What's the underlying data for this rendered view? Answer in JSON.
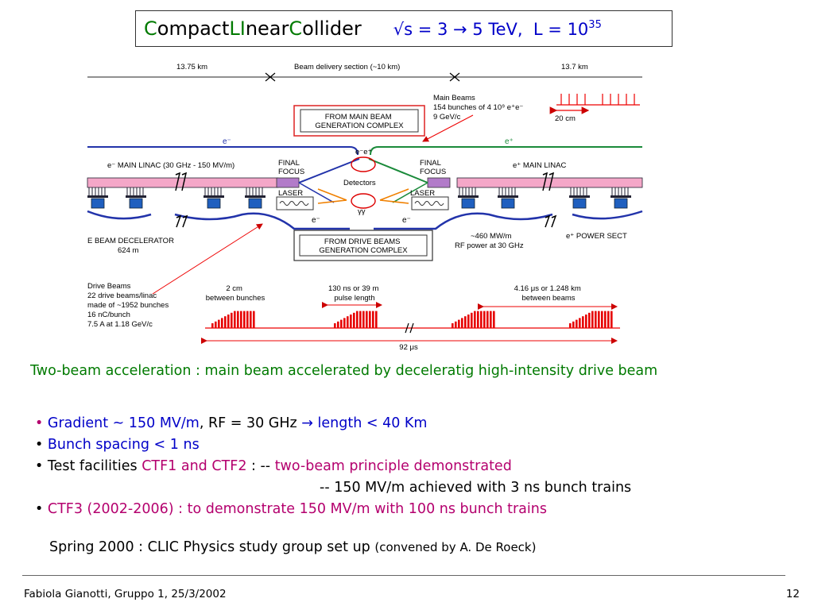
{
  "title": {
    "c1": "C",
    "w1": "ompact ",
    "c2": "LI",
    "w2": "near ",
    "c3": "C",
    "w3": "ollider",
    "energy": "√s = 3 → 5 TeV,",
    "lumi": "L = 10",
    "lumi_exp": "35"
  },
  "diagram": {
    "len_left": "13.75 km",
    "bds": "Beam delivery section (~10 km)",
    "len_right": "13.7 km",
    "main_beams": [
      "Main Beams",
      "154 bunches of 4 10⁹ e⁺e⁻",
      "9 GeV/c"
    ],
    "spacing_20cm": "20 cm",
    "from_main": [
      "FROM MAIN BEAM",
      "GENERATION COMPLEX"
    ],
    "from_drive": [
      "FROM DRIVE BEAMS",
      "GENERATION COMPLEX"
    ],
    "e_minus": "e⁻",
    "e_plus": "e⁺",
    "e_minus_e_plus": "e⁻e⁺",
    "linac_left": "e⁻ MAIN LINAC (30 GHz - 150 MV/m)",
    "linac_right": "e⁺ MAIN LINAC",
    "final_focus": [
      "FINAL",
      "FOCUS"
    ],
    "detectors": "Detectors",
    "laser": "LASER",
    "gamma_gamma": "γγ",
    "beam_decel": [
      "E BEAM DECELERATOR",
      "624 m"
    ],
    "power_sect": "e⁺ POWER SECT",
    "rf_power": [
      "~460 MW/m",
      "RF power at 30 GHz"
    ],
    "drive_beams": [
      "Drive Beams",
      "22 drive beams/linac",
      "made of ~1952 bunches",
      "16 nC/bunch",
      "7.5 A at 1.18 GeV/c"
    ],
    "between_bunches": [
      "2 cm",
      "between bunches"
    ],
    "pulse": [
      "130 ns or 39 m",
      "pulse length"
    ],
    "between_beams": [
      "4.16 μs or 1.248 km",
      "between beams"
    ],
    "total": "92 μs"
  },
  "subtitle": "Two-beam acceleration : main beam accelerated by deceleratig high-intensity drive beam",
  "bullets": {
    "b1_dot": "•",
    "b1_a": " Gradient ~ 150 MV/m",
    "b1_b": ",  RF = 30 GHz    ",
    "b1_arrow": "→",
    "b1_c": " length < 40 Km",
    "b2_dot": "• ",
    "b2": "Bunch spacing  < 1 ns",
    "b3_a": "• Test facilities ",
    "b3_b": "CTF1 and CTF2",
    "b3_c": " : -- ",
    "b3_d": "two-beam principle demonstrated",
    "b3_line2": "-- 150 MV/m achieved with 3 ns bunch trains",
    "b4_dot": "• ",
    "b4": "CTF3 (2002-2006) : to demonstrate 150 MV/m with 100 ns bunch trains"
  },
  "spring": "Spring 2000 : CLIC Physics study group set up ",
  "spring_small": "(convened by A. De Roeck)",
  "footer": {
    "left": "Fabiola Gianotti,  Gruppo 1, 25/3/2002",
    "page": "12"
  },
  "colors": {
    "green_title": "#007a00",
    "blue_text": "#0000c8",
    "magenta": "#b4006e",
    "drive_red": "#e60000"
  }
}
